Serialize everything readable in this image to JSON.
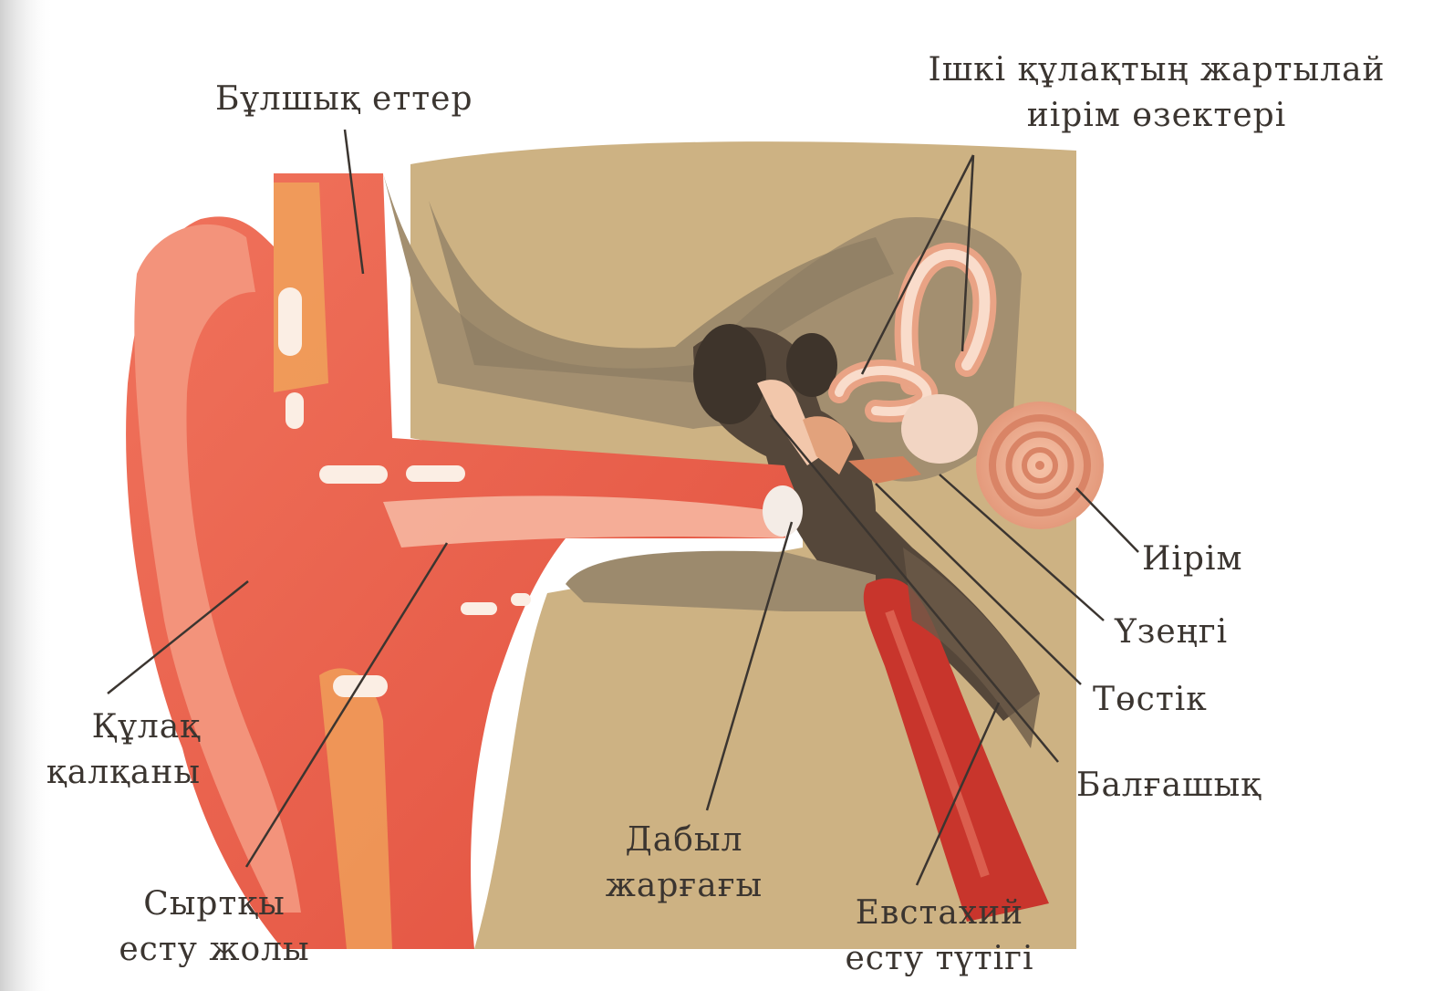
{
  "labels": {
    "muscles": "Бұлшық еттер",
    "semicircular_line1": "Ішкі құлақтың жартылай",
    "semicircular_line2": "иірім өзектері",
    "cochlea": "Иірім",
    "stapes": "Үзеңгі",
    "incus": "Төстік",
    "malleus": "Балғашық",
    "eustachian_line1": "Евстахий",
    "eustachian_line2": "есту түтігі",
    "eardrum_line1": "Дабыл",
    "eardrum_line2": "жарғағы",
    "canal_line1": "Сыртқы",
    "canal_line2": "есту жолы",
    "auricle_line1": "Құлақ",
    "auricle_line2": "қалқаны"
  },
  "colors": {
    "skin": "#e8604c",
    "skin_light": "#f29a80",
    "bone": "#cbb180",
    "bone_dark": "#7d6e58",
    "cartilage": "#f0a25a",
    "muscle": "#c8352c",
    "leader": "#3b3530"
  }
}
